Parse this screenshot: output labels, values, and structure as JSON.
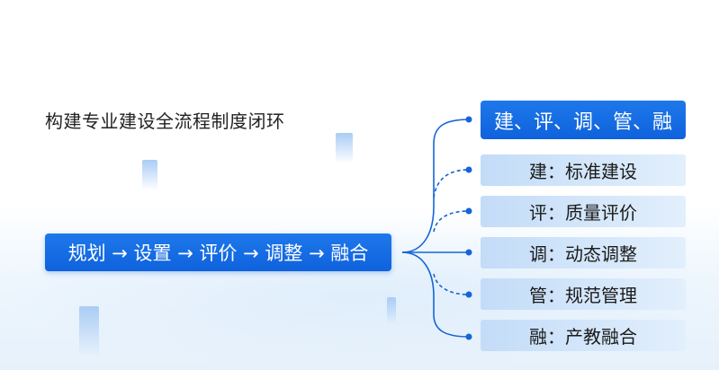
{
  "title": "构建专业建设全流程制度闭环",
  "flow": "规划 → 设置 → 评价 → 调整 → 融合",
  "head": "建、评、调、管、融",
  "items": [
    {
      "label": "建：标准建设"
    },
    {
      "label": "评：质量评价"
    },
    {
      "label": "调：动态调整"
    },
    {
      "label": "管：规范管理"
    },
    {
      "label": "融：产教融合"
    }
  ],
  "colors": {
    "primary": "#1469e0",
    "item_bg": "#d3e6fa",
    "connector": "#1565d8"
  }
}
